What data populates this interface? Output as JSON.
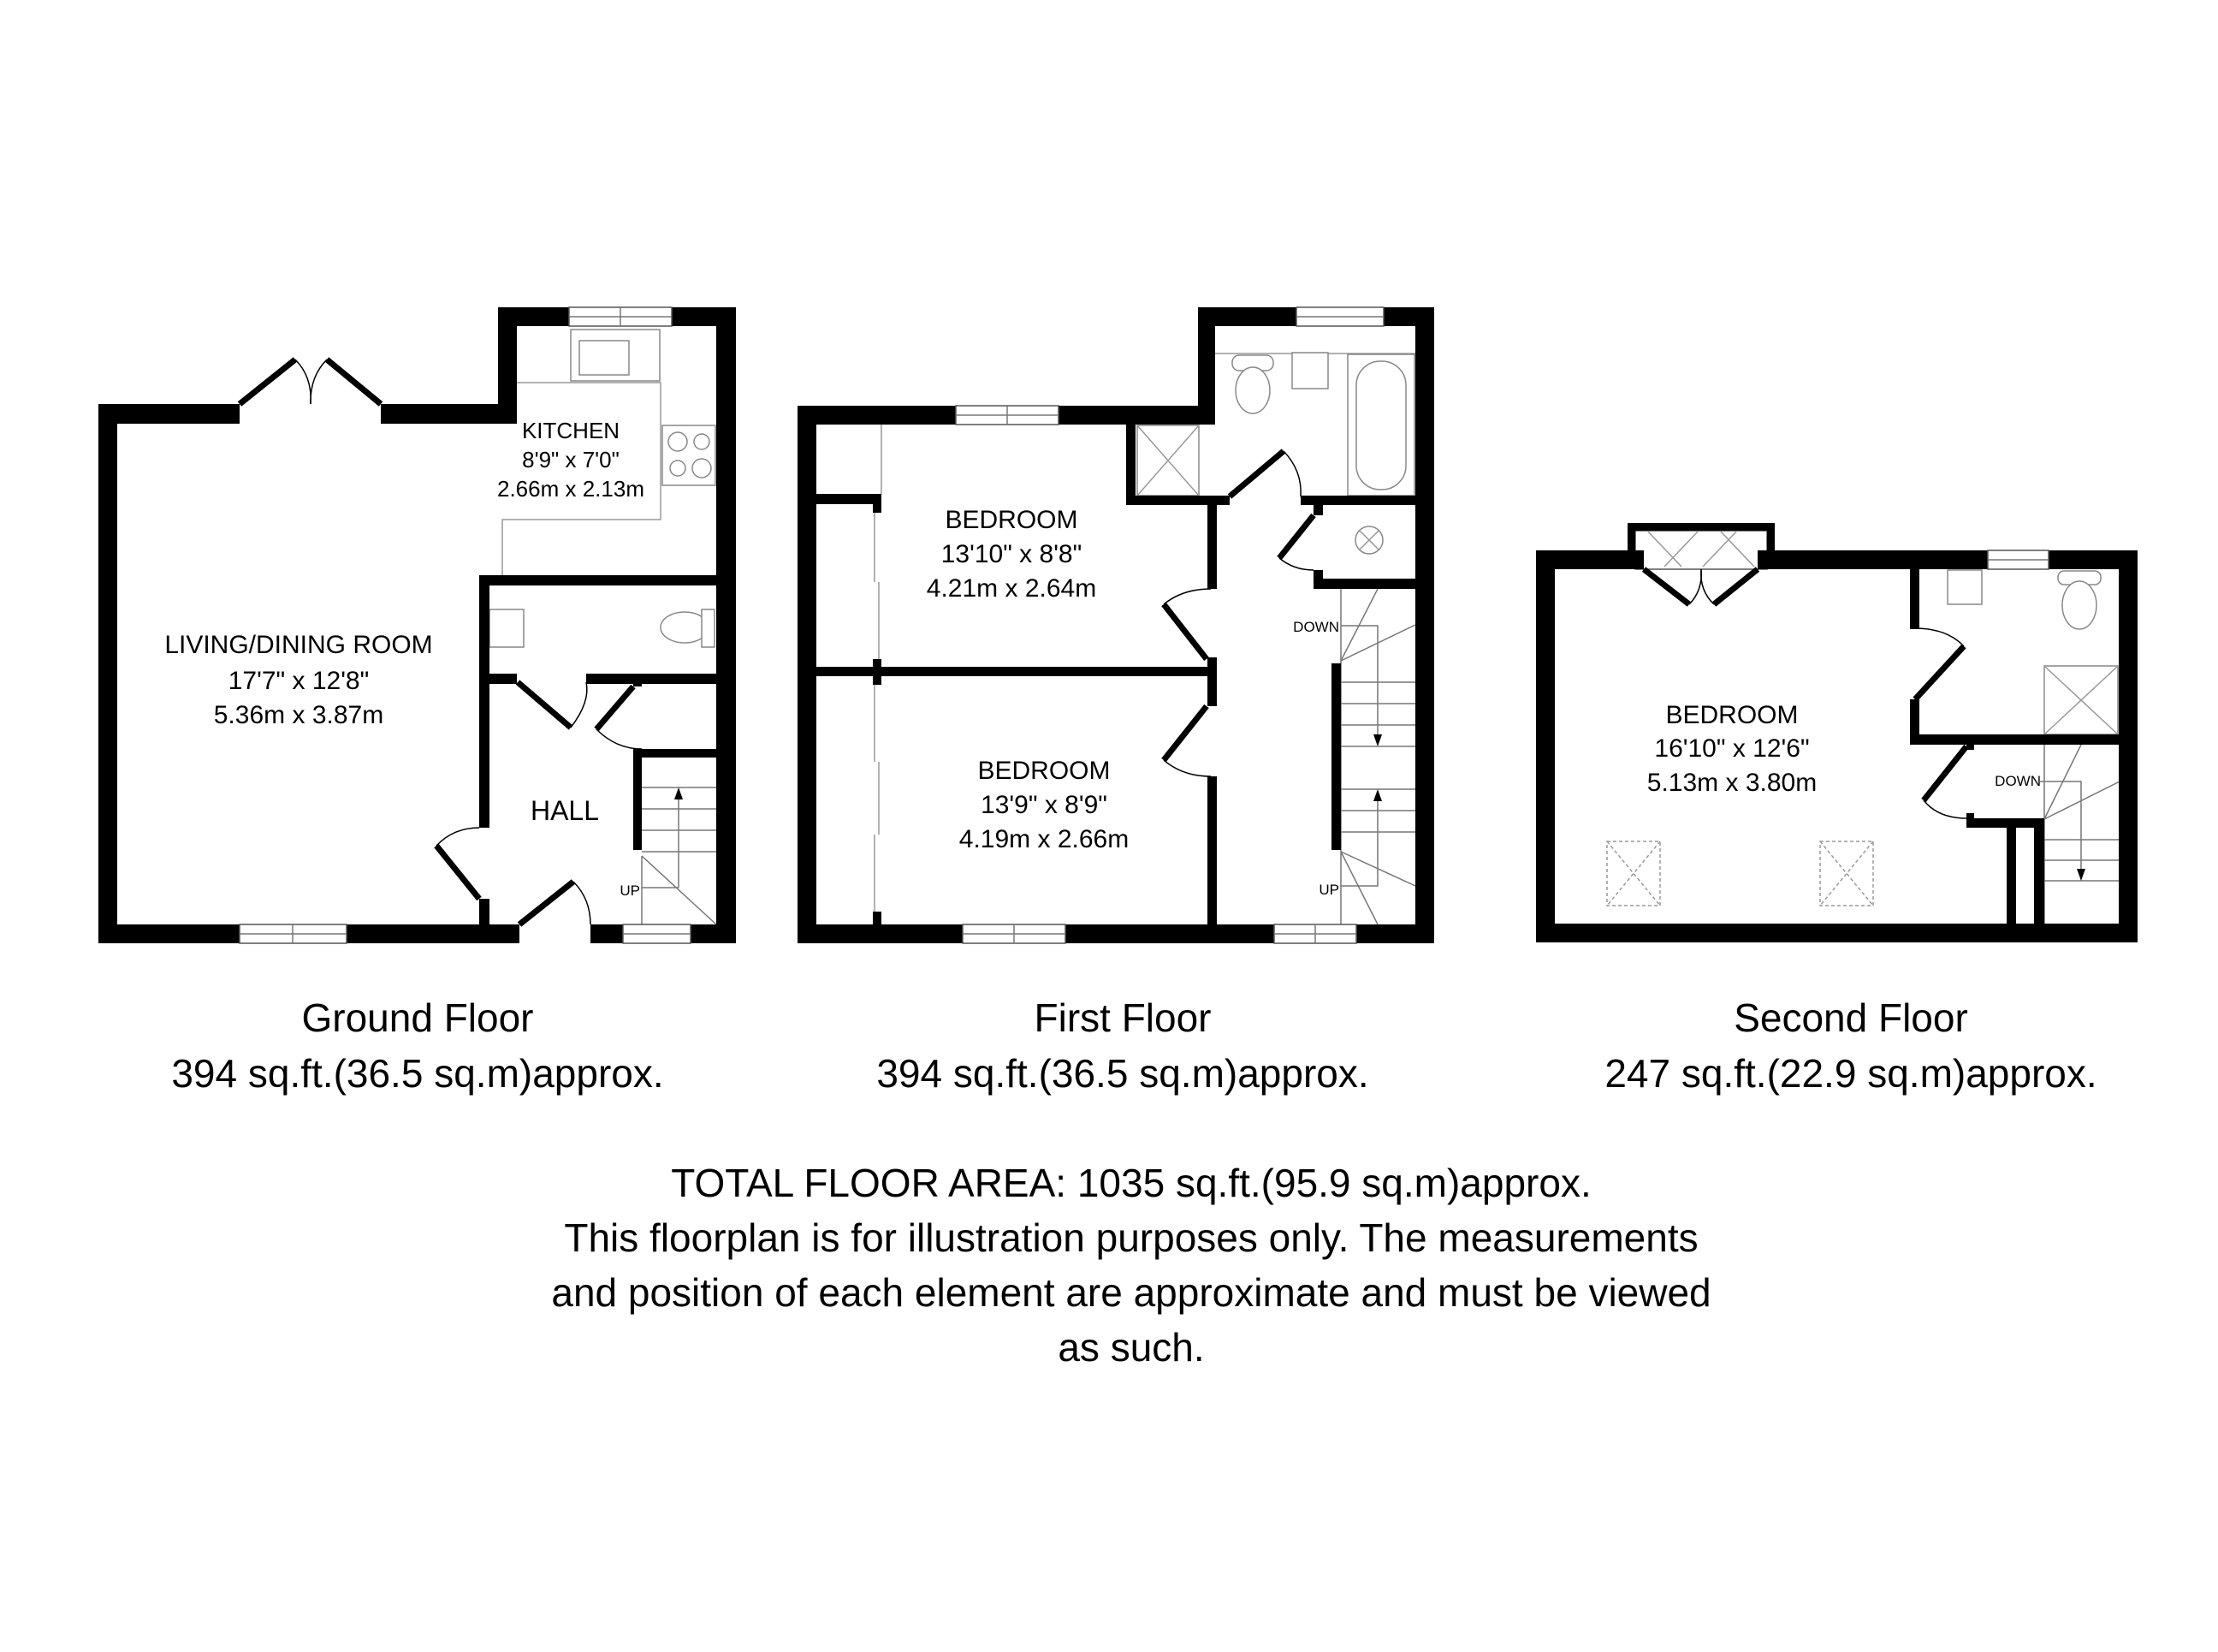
{
  "floors": {
    "ground": {
      "title": "Ground Floor",
      "area": "394 sq.ft.(36.5 sq.m)approx.",
      "rooms": {
        "living": {
          "name": "LIVING/DINING ROOM",
          "imperial": "17'7\" x 12'8\"",
          "metric": "5.36m x 3.87m"
        },
        "kitchen": {
          "name": "KITCHEN",
          "imperial": "8'9\" x 7'0\"",
          "metric": "2.66m x 2.13m"
        },
        "hall": {
          "name": "HALL"
        }
      },
      "stairs_label": "UP"
    },
    "first": {
      "title": "First Floor",
      "area": "394 sq.ft.(36.5 sq.m)approx.",
      "rooms": {
        "bedroom1": {
          "name": "BEDROOM",
          "imperial": "13'10\" x 8'8\"",
          "metric": "4.21m x 2.64m"
        },
        "bedroom2": {
          "name": "BEDROOM",
          "imperial": "13'9\" x 8'9\"",
          "metric": "4.19m x 2.66m"
        }
      },
      "stairs_down": "DOWN",
      "stairs_up": "UP"
    },
    "second": {
      "title": "Second Floor",
      "area": "247 sq.ft.(22.9 sq.m)approx.",
      "rooms": {
        "bedroom": {
          "name": "BEDROOM",
          "imperial": "16'10\" x 12'6\"",
          "metric": "5.13m x 3.80m"
        }
      },
      "stairs_down": "DOWN"
    }
  },
  "footer": {
    "total": "TOTAL FLOOR AREA: 1035 sq.ft.(95.9 sq.m)approx.",
    "disclaimer": [
      "This floorplan is for illustration purposes only. The measurements",
      "and position of each element are approximate and must be viewed",
      "as such."
    ]
  }
}
